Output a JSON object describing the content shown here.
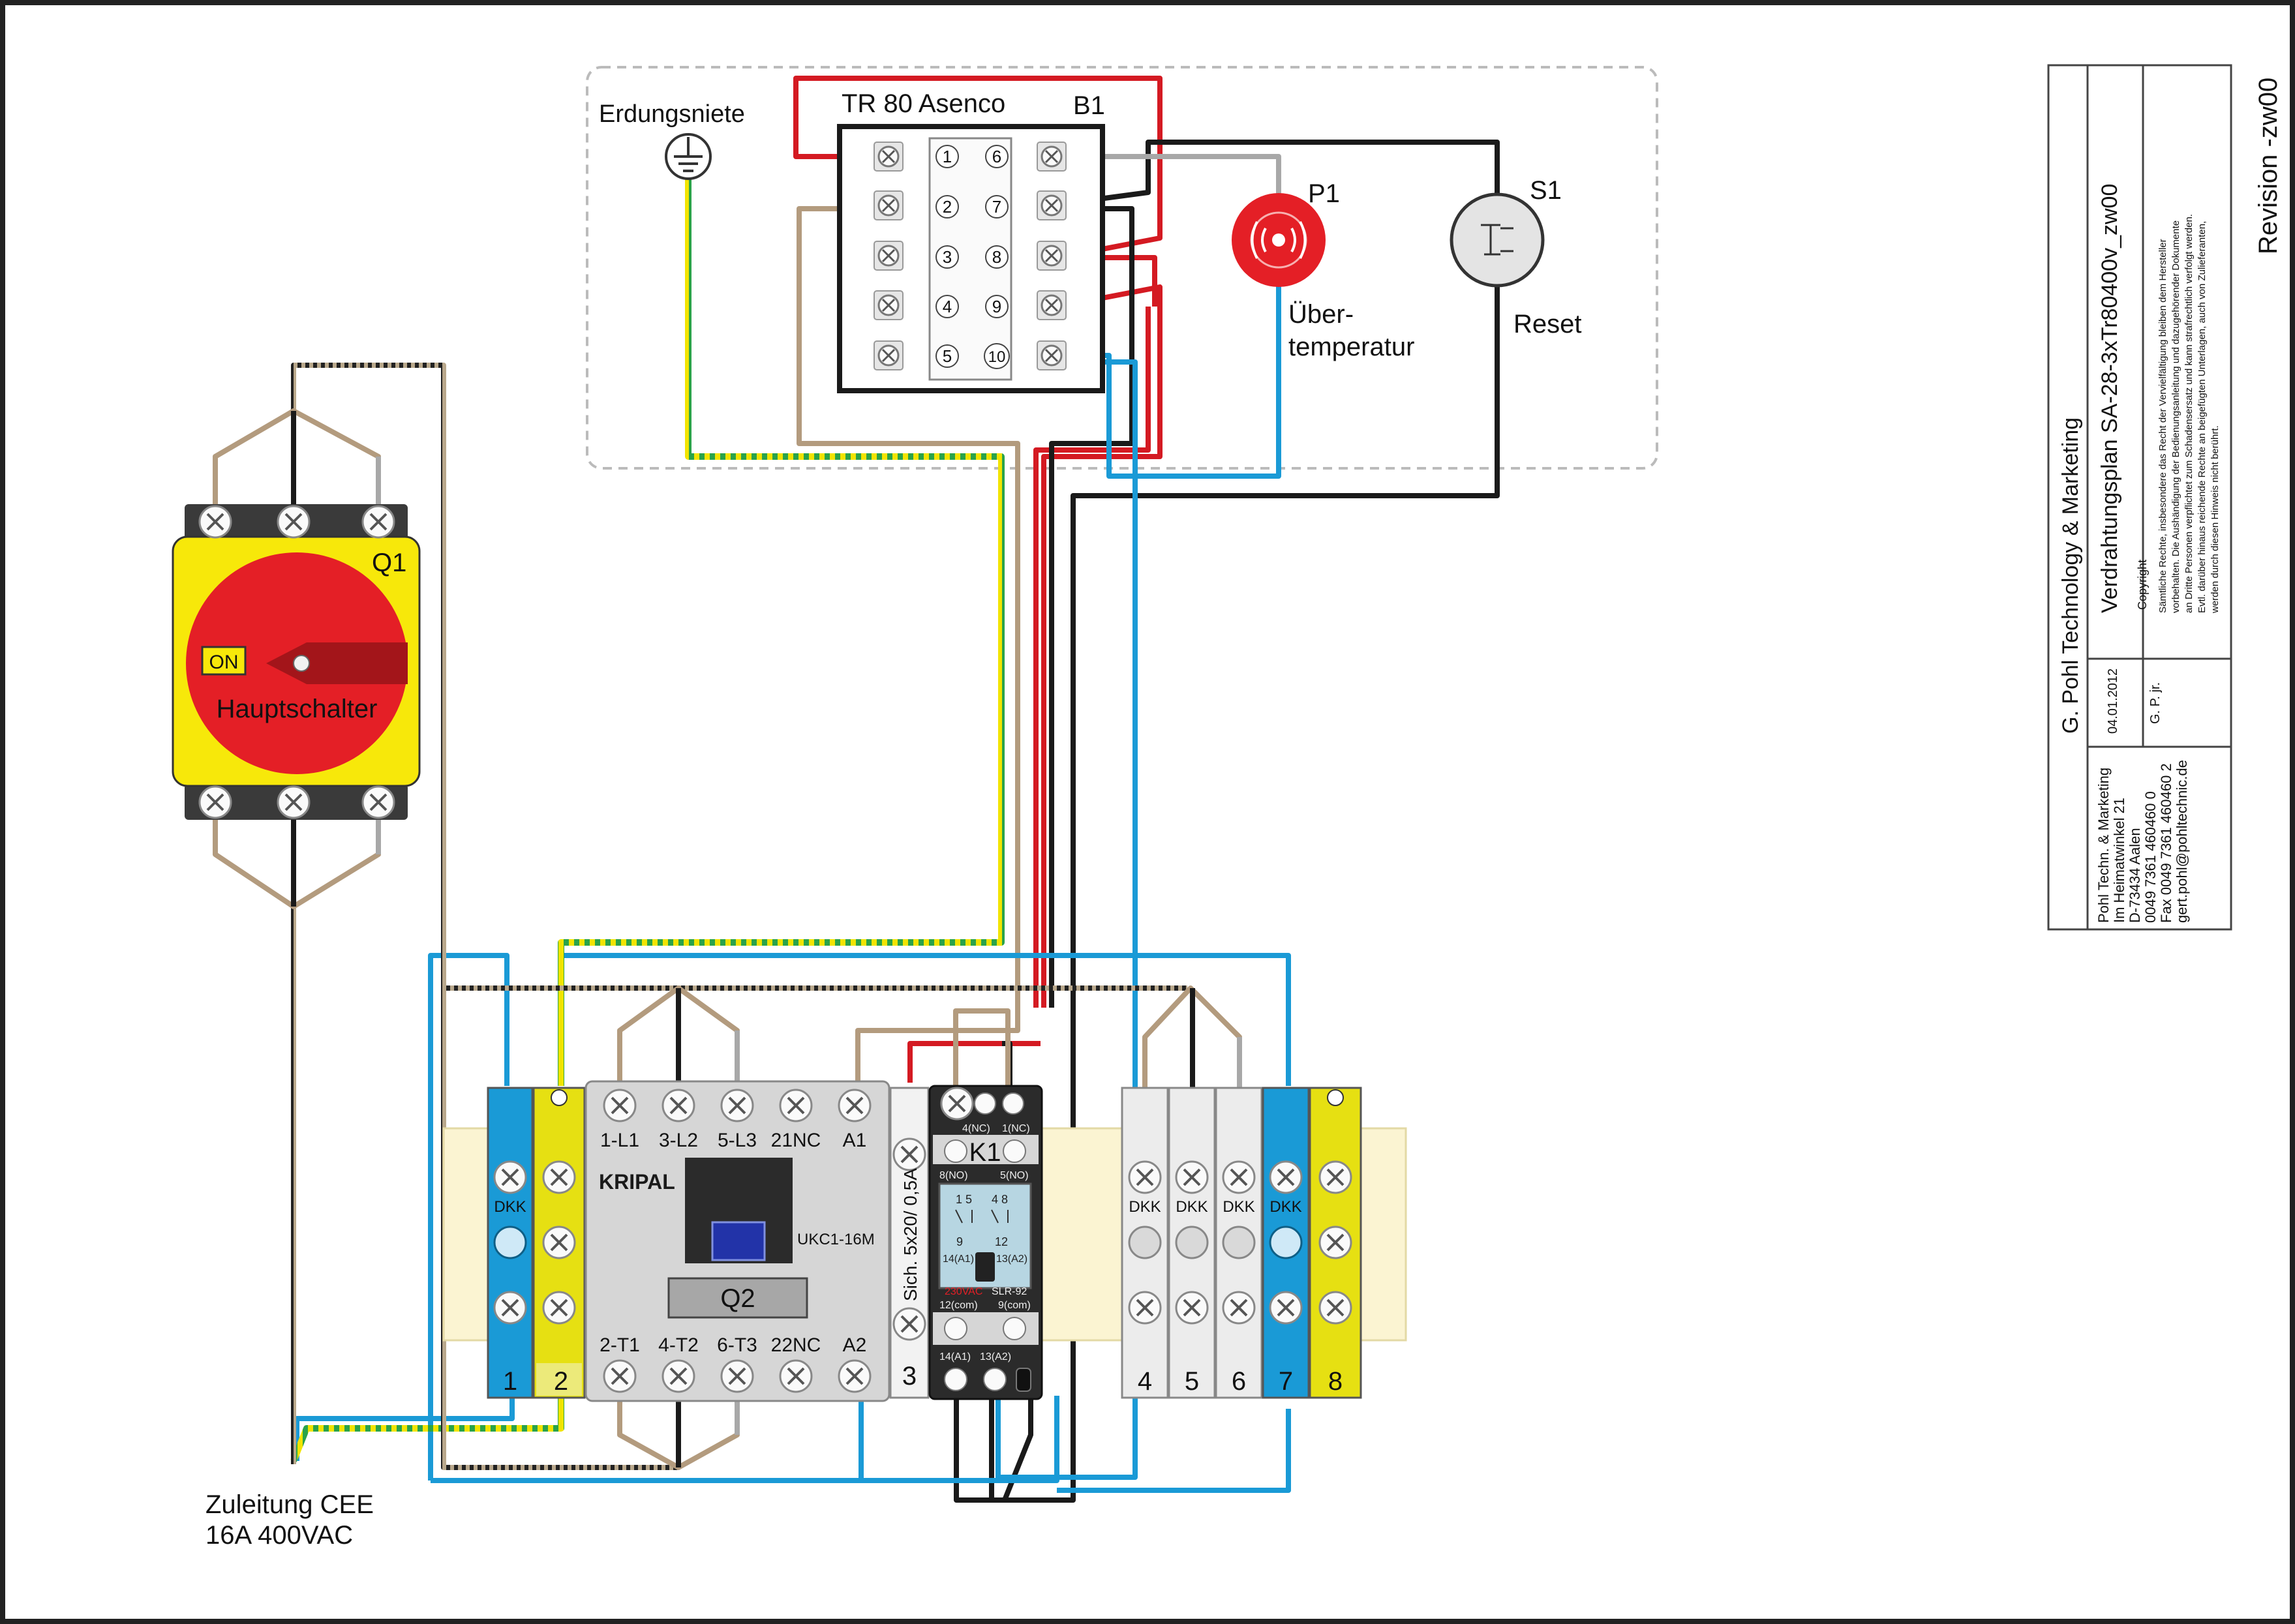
{
  "b1": {
    "title": "TR 80 Asenco",
    "ref": "B1",
    "terminals_left": [
      "1",
      "2",
      "3",
      "4",
      "5"
    ],
    "terminals_right": [
      "6",
      "7",
      "8",
      "9",
      "10"
    ]
  },
  "ground": {
    "label": "Erdungsniete"
  },
  "p1": {
    "ref": "P1",
    "label_line1": "Über-",
    "label_line2": "temperatur"
  },
  "s1": {
    "ref": "S1",
    "label": "Reset"
  },
  "q1": {
    "ref": "Q1",
    "on_label": "ON",
    "label": "Hauptschalter"
  },
  "q2": {
    "brand": "KRIPAL",
    "model": "UKC1-16M",
    "ref": "Q2",
    "top_terminals": [
      "1-L1",
      "3-L2",
      "5-L3",
      "21NC",
      "A1"
    ],
    "bottom_terminals": [
      "2-T1",
      "4-T2",
      "6-T3",
      "22NC",
      "A2"
    ]
  },
  "fuse": {
    "label": "Sich. 5x20/ 0,5A",
    "number": "3"
  },
  "k1": {
    "ref": "K1",
    "top1": "4(NC)",
    "top2": "1(NC)",
    "no1": "8(NO)",
    "no2": "5(NO)",
    "c1": "1  5",
    "c2": "4  8",
    "c3": "9",
    "c4": "12",
    "a1": "14(A1)",
    "a2": "13(A2)",
    "voltage": "230VAC",
    "model": "SLR-92",
    "com1": "12(com)",
    "com2": "9(com)",
    "bot1": "14(A1)",
    "bot2": "13(A2)"
  },
  "terminal_blocks": {
    "dkk": "DKK",
    "numbers": [
      "1",
      "2",
      "4",
      "5",
      "6",
      "7",
      "8"
    ]
  },
  "supply": {
    "line1": "Zuleitung CEE",
    "line2": "16A 400VAC"
  },
  "title_block": {
    "company": "G. Pohl Technology & Marketing",
    "plan": "Verdrahtungsplan  SA-28-3xTr80400v_zw00",
    "date": "04.01.2012",
    "author": "G. P. jr.",
    "copyright_title": "Copyright",
    "copyright_lines": [
      "Sämtliche Rechte, insbesondere das Recht  der Vervielfältigung bleiben dem Hersteller",
      "vorbehalten. Die Aushändigung der Bedienungsanleitung und dazugehörender Dokumente",
      "an Dritte Personen verpflichtet zum Schadensersatz und kann strafrechtlich verfolgt werden.",
      "Evtl. darüber hinaus reichende Rechte an beigefügten Unterlagen, auch von Zulieferanten,",
      "werden durch diesen Hinweis nicht berührt."
    ],
    "address_lines": [
      "Pohl Techn. & Marketing",
      "Im Heimatwinkel 21",
      "D-73434 Aalen",
      "0049 7361 460460 0",
      "Fax 0049 7361 460460 2",
      "gert.pohl@pohltechnic.de"
    ],
    "revision": "Revision -zw00"
  }
}
